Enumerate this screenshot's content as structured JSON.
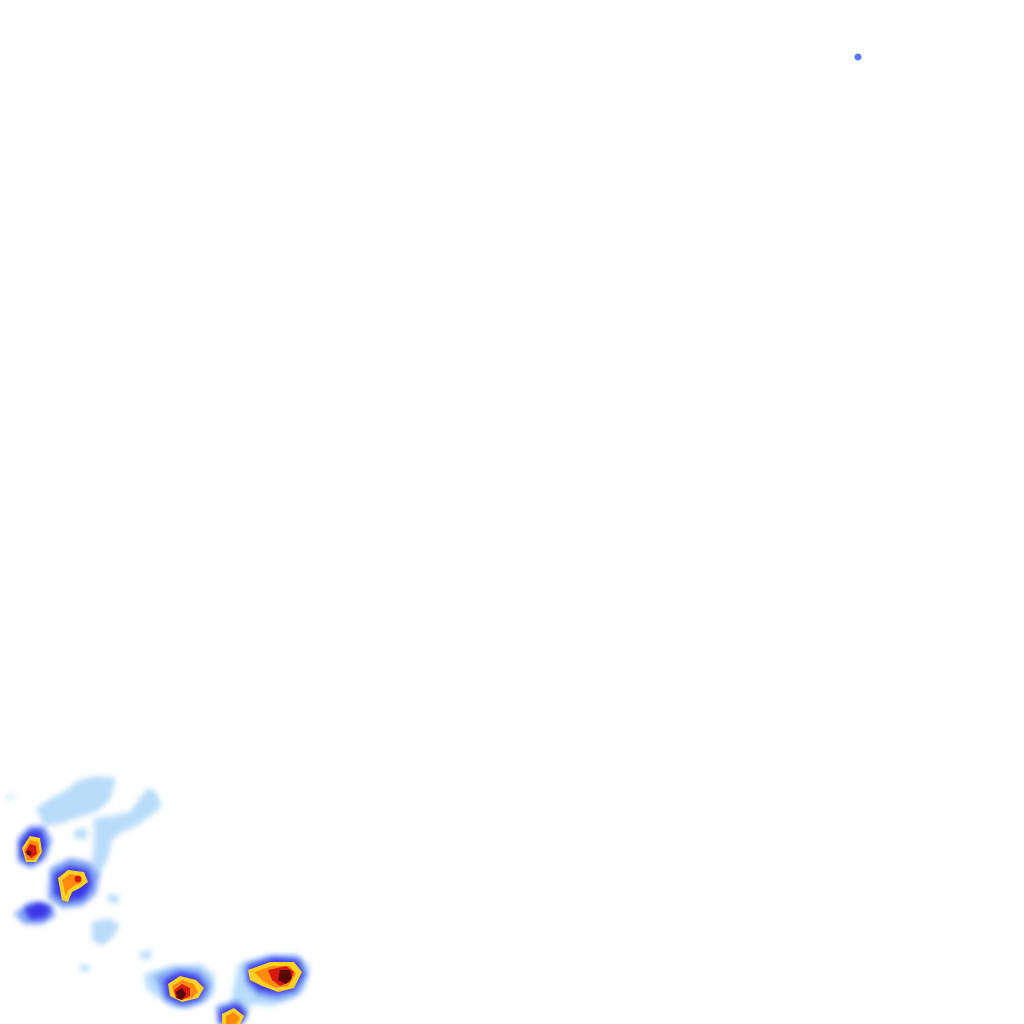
{
  "map": {
    "type": "precipitation-radar-overlay",
    "colors": {
      "background": "#ffffff",
      "very_light": "#b9dcfb",
      "light": "#7fa4f4",
      "moderate": "#3a36e8",
      "heavy": "#ffd21f",
      "very_heavy": "#ff8a10",
      "intense": "#d61a0f",
      "extreme": "#5a0606"
    },
    "levels": [
      "very_light",
      "light",
      "moderate",
      "heavy",
      "very_heavy",
      "intense",
      "extreme"
    ]
  }
}
